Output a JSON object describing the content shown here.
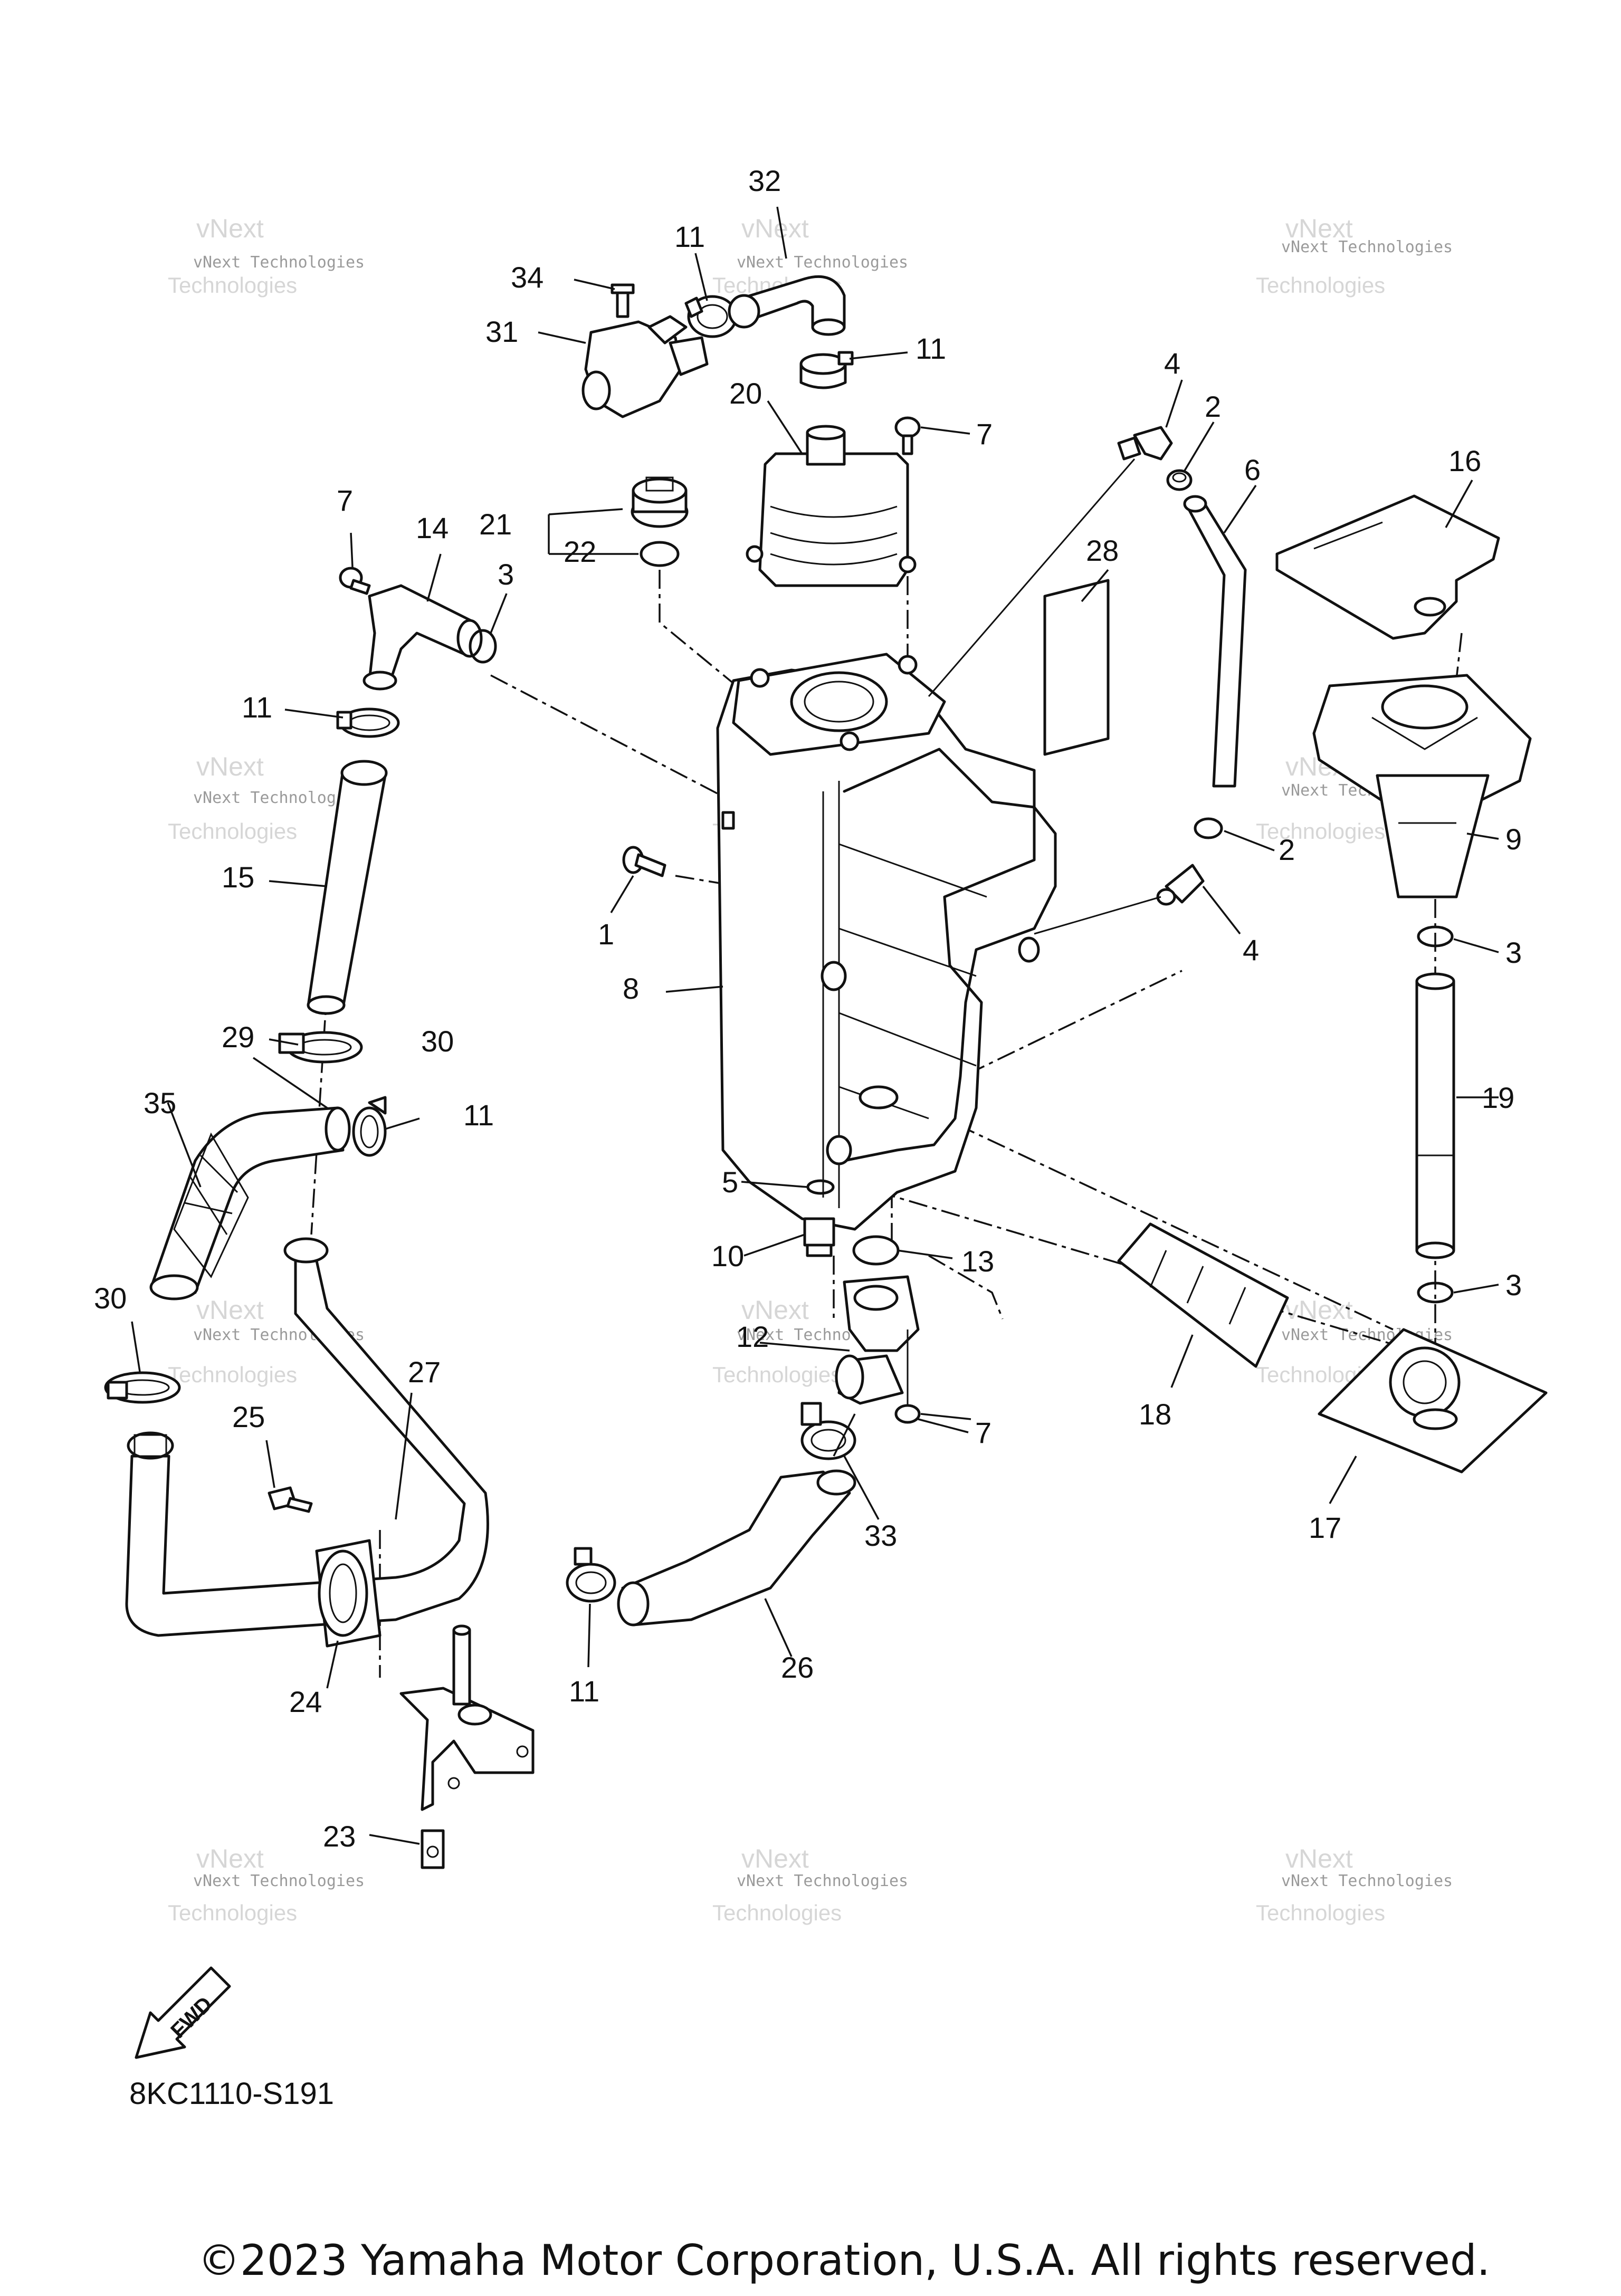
{
  "diagram": {
    "diagram_code": "8KC1110-S191",
    "copyright": "©2023 Yamaha Motor Corporation, U.S.A. All rights reserved.",
    "fwd_label": "FWD",
    "watermark": {
      "line1": "vNext Technologies",
      "line2": "vNext",
      "line3": "Technologies"
    },
    "callouts": {
      "c1": "1",
      "c2a": "2",
      "c2b": "2",
      "c3a": "3",
      "c3b": "3",
      "c3c": "3",
      "c4a": "4",
      "c4b": "4",
      "c5": "5",
      "c6": "6",
      "c7a": "7",
      "c7b": "7",
      "c7c": "7",
      "c8": "8",
      "c9": "9",
      "c10": "10",
      "c11a": "11",
      "c11b": "11",
      "c11c": "11",
      "c11d": "11",
      "c11e": "11",
      "c12": "12",
      "c13": "13",
      "c14": "14",
      "c15": "15",
      "c16": "16",
      "c17": "17",
      "c18": "18",
      "c19": "19",
      "c20": "20",
      "c21": "21",
      "c22": "22",
      "c23": "23",
      "c24": "24",
      "c25": "25",
      "c26": "26",
      "c27": "27",
      "c28": "28",
      "c29": "29",
      "c30a": "30",
      "c30b": "30",
      "c31": "31",
      "c32": "32",
      "c33": "33",
      "c34": "34",
      "c35": "35"
    }
  }
}
